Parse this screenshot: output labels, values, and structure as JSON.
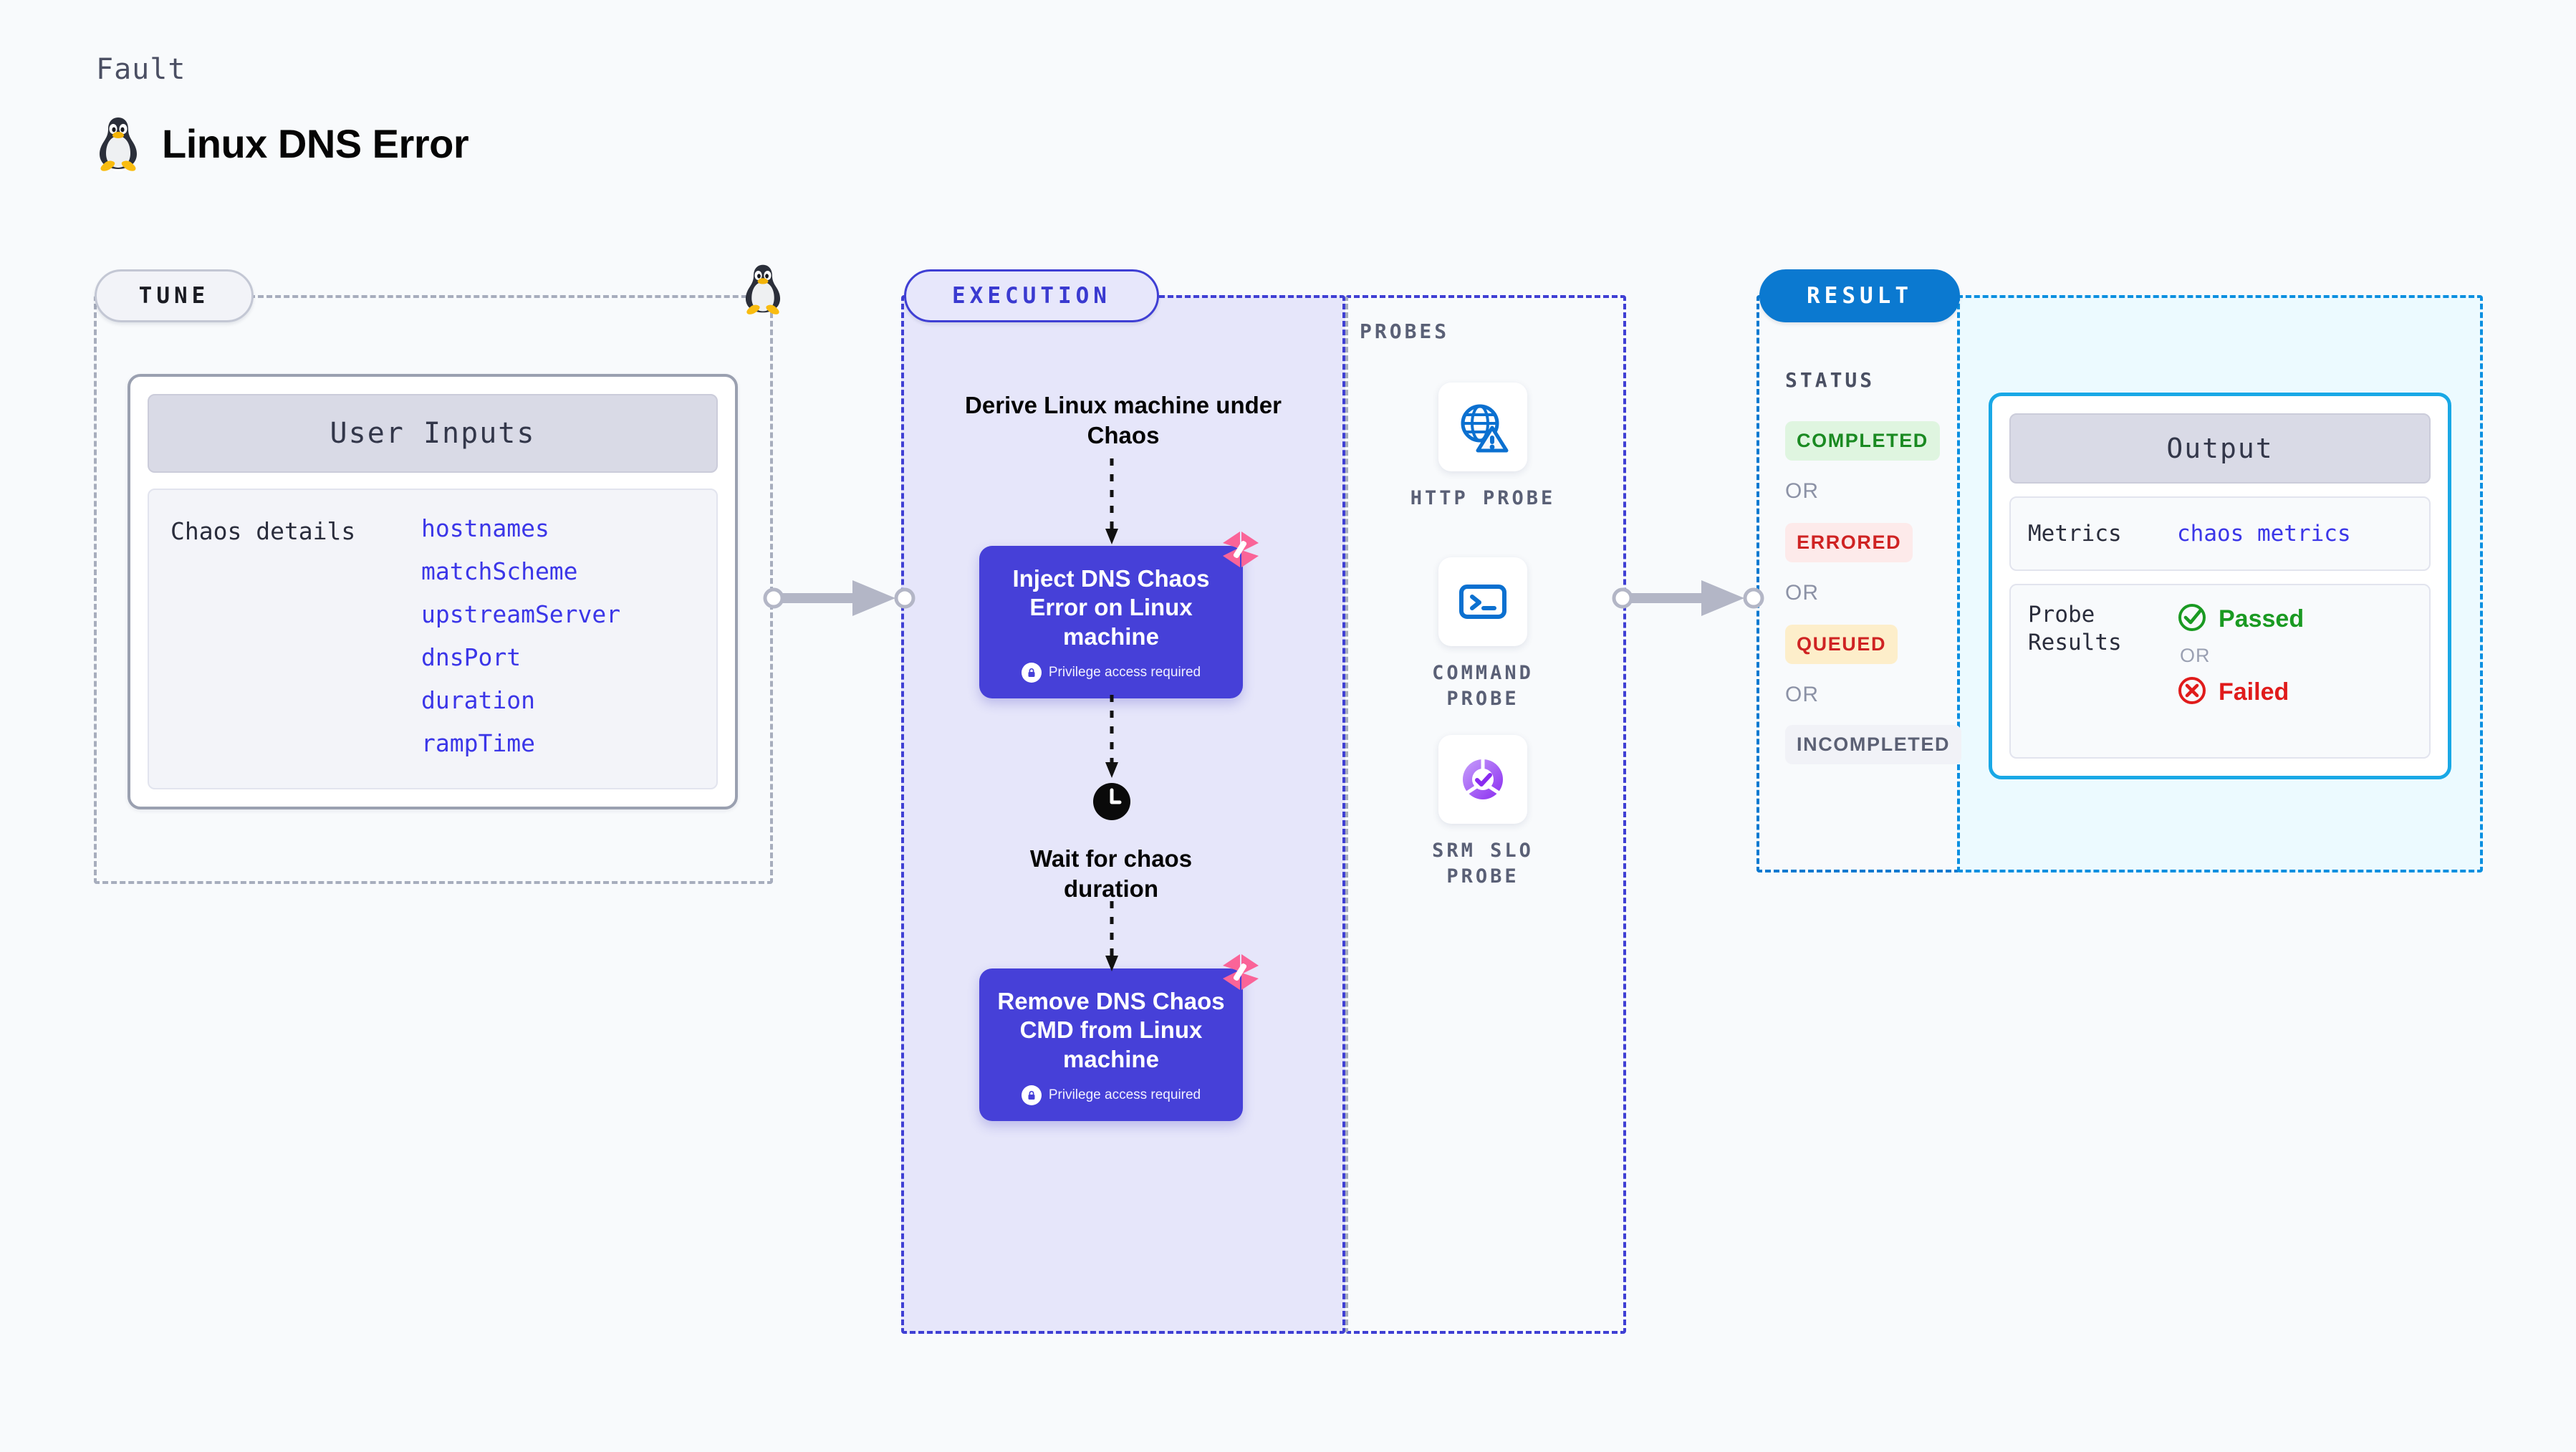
{
  "header": {
    "kicker": "Fault",
    "title": "Linux DNS Error",
    "icon": "linux-penguin-icon"
  },
  "stages": {
    "tune": {
      "badge": "TUNE"
    },
    "execution": {
      "badge": "EXECUTION"
    },
    "probes": {
      "label": "PROBES"
    },
    "result": {
      "badge": "RESULT"
    }
  },
  "tune": {
    "card_title": "User Inputs",
    "group_label": "Chaos details",
    "parameters": [
      "hostnames",
      "matchScheme",
      "upstreamServer",
      "dnsPort",
      "duration",
      "rampTime"
    ]
  },
  "execution": {
    "start_label": "Derive Linux machine under Chaos",
    "nodes": [
      {
        "title": "Inject DNS Chaos Error on Linux machine",
        "note": "Privilege access required",
        "icon": "harness-logo-icon"
      },
      {
        "title": "Remove DNS Chaos CMD from Linux machine",
        "note": "Privilege access required",
        "icon": "harness-logo-icon"
      }
    ],
    "wait": {
      "label": "Wait for chaos duration",
      "icon": "clock-icon"
    }
  },
  "probes": [
    {
      "name": "HTTP PROBE",
      "icon": "globe-warning-icon"
    },
    {
      "name": "COMMAND PROBE",
      "icon": "terminal-icon"
    },
    {
      "name": "SRM SLO PROBE",
      "icon": "slo-donut-check-icon"
    }
  ],
  "result": {
    "status_label": "STATUS",
    "or_label": "OR",
    "statuses": [
      {
        "label": "COMPLETED",
        "bg": "#dff5e0",
        "fg": "#1a8a22"
      },
      {
        "label": "ERRORED",
        "bg": "#fdeaea",
        "fg": "#cf2323"
      },
      {
        "label": "QUEUED",
        "bg": "#fdeeca",
        "fg": "#cf2323"
      },
      {
        "label": "INCOMPLETED",
        "bg": "#f1f2f7",
        "fg": "#5b6074"
      }
    ],
    "output": {
      "title": "Output",
      "rows": [
        {
          "key": "Metrics",
          "value": "chaos metrics"
        },
        {
          "key": "Probe Results"
        }
      ],
      "probe_results": {
        "passed": "Passed",
        "or": "OR",
        "failed": "Failed"
      }
    }
  },
  "colors": {
    "canvas_bg": "#f8fafc",
    "execution_accent": "#3f3fd4",
    "execution_bg": "#e6e6fa",
    "node_purple": "#4640d8",
    "result_accent": "#0b79d0",
    "output_bg": "#ecfaff",
    "output_border": "#19a8e6",
    "harness_pink": "#fa6498",
    "probe_blue": "#0b70d0",
    "slo_purple": "#9a4ef0",
    "pass_green": "#1a9a22",
    "fail_red": "#e01b1b",
    "param_link": "#3b36e8"
  }
}
